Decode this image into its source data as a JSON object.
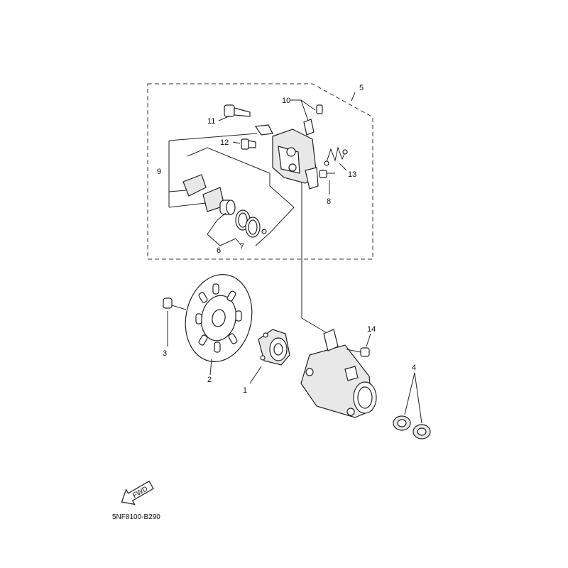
{
  "diagram": {
    "code": "5NF8100-B290",
    "fwd_label": "FWD",
    "callouts": {
      "c1": "1",
      "c2": "2",
      "c3": "3",
      "c4": "4",
      "c5": "5",
      "c6": "6",
      "c7": "7",
      "c8": "8",
      "c9": "9",
      "c10": "10",
      "c11": "11",
      "c12": "12",
      "c13": "13",
      "c14": "14"
    }
  }
}
